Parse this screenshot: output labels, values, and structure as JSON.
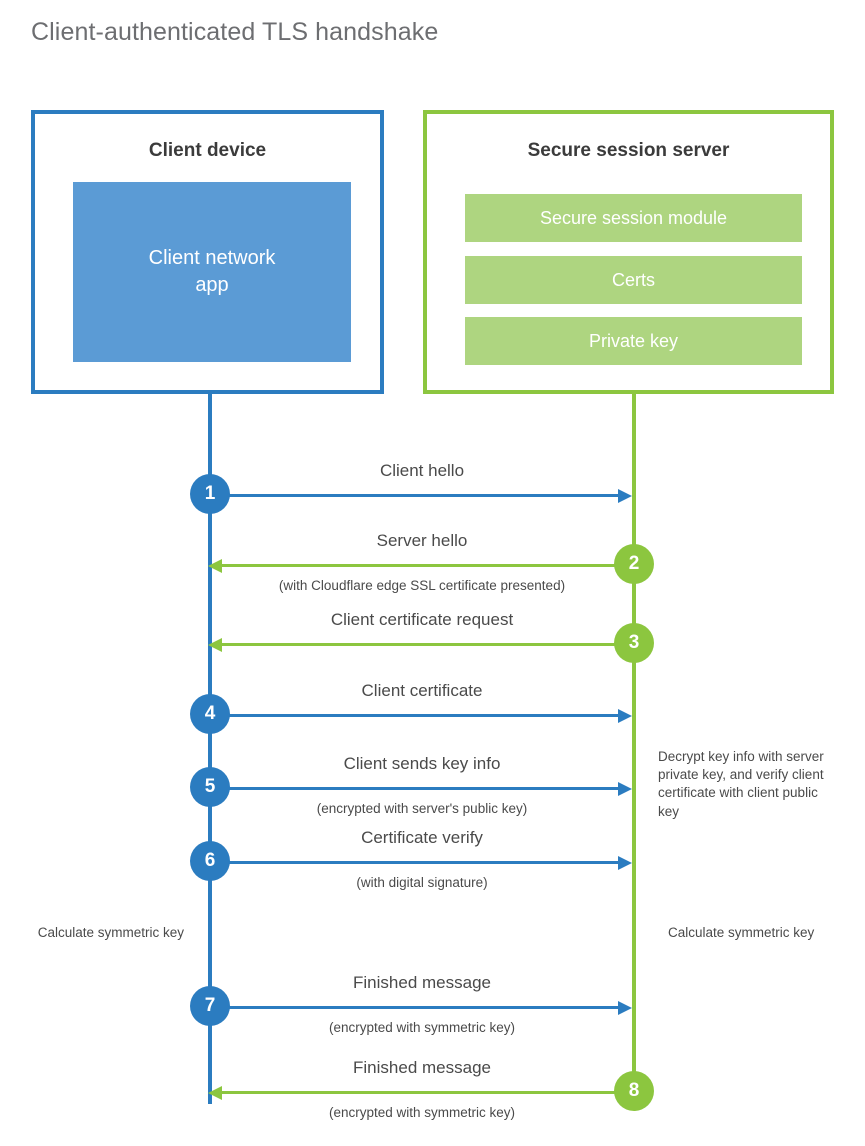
{
  "title": "Client-authenticated TLS handshake",
  "colors": {
    "blue": "#2b7cc0",
    "green": "#8cc63f",
    "client_app_fill": "#5b9bd5",
    "server_bar_fill": "#aed580",
    "text": "#4a4a4a",
    "title_text": "#6d6e71"
  },
  "actors": {
    "client": {
      "title": "Client device",
      "app_label": "Client network\napp",
      "app_label_line1": "Client network",
      "app_label_line2": "app"
    },
    "server": {
      "title": "Secure session server",
      "bars": [
        {
          "label": "Secure session module"
        },
        {
          "label": "Certs"
        },
        {
          "label": "Private key"
        }
      ]
    }
  },
  "messages": [
    {
      "step": "1",
      "direction": "client-to-server",
      "label": "Client hello",
      "sub": "",
      "badge_color": "blue"
    },
    {
      "step": "2",
      "direction": "server-to-client",
      "label": "Server hello",
      "sub": "(with Cloudflare edge SSL certificate presented)",
      "badge_color": "green"
    },
    {
      "step": "3",
      "direction": "server-to-client",
      "label": "Client certificate request",
      "sub": "",
      "badge_color": "green"
    },
    {
      "step": "4",
      "direction": "client-to-server",
      "label": "Client certificate",
      "sub": "",
      "badge_color": "blue"
    },
    {
      "step": "5",
      "direction": "client-to-server",
      "label": "Client sends key info",
      "sub": "(encrypted with server's public key)",
      "badge_color": "blue"
    },
    {
      "step": "6",
      "direction": "client-to-server",
      "label": "Certificate verify",
      "sub": "(with digital signature)",
      "badge_color": "blue"
    },
    {
      "step": "7",
      "direction": "client-to-server",
      "label": "Finished message",
      "sub": "(encrypted with symmetric key)",
      "badge_color": "blue"
    },
    {
      "step": "8",
      "direction": "server-to-client",
      "label": "Finished message",
      "sub": "(encrypted with symmetric key)",
      "badge_color": "green"
    }
  ],
  "notes": {
    "server_decrypt": "Decrypt key info with server private key, and verify client certificate with client public key",
    "calculate_symmetric_key_client": "Calculate symmetric key",
    "calculate_symmetric_key_server": "Calculate symmetric key"
  }
}
